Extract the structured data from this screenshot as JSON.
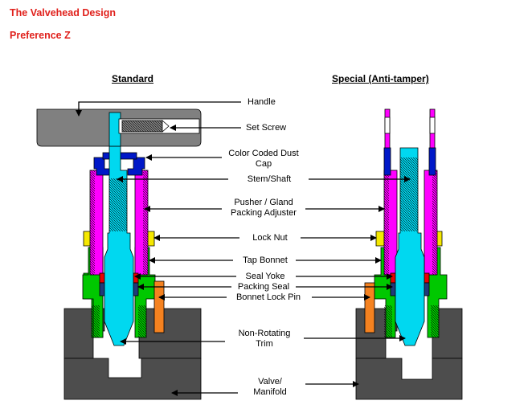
{
  "header": {
    "title": "The Valvehead Design",
    "subtitle": "Preference Z"
  },
  "columns": {
    "standard": "Standard",
    "special": "Special (Anti-tamper)"
  },
  "labels": {
    "handle": "Handle",
    "set_screw": "Set Screw",
    "dust_cap_1": "Color Coded Dust",
    "dust_cap_2": "Cap",
    "stem": "Stem/Shaft",
    "pusher_1": "Pusher / Gland",
    "pusher_2": "Packing Adjuster",
    "lock_nut": "Lock Nut",
    "tap_bonnet": "Tap Bonnet",
    "seal_yoke": "Seal Yoke",
    "packing_seal": "Packing Seal",
    "bonnet_lock_pin": "Bonnet Lock Pin",
    "trim_1": "Non-Rotating",
    "trim_2": "Trim",
    "valve_1": "Valve/",
    "valve_2": "Manifold"
  },
  "colors": {
    "title": "#e0201b",
    "stem": "#00d8f0",
    "pusher": "#ff00ff",
    "dust_cap": "#0018c8",
    "lock_nut": "#f5e800",
    "bonnet": "#00c800",
    "seal_yoke": "#e80000",
    "packing_seal": "#203a7a",
    "lock_pin": "#f58220",
    "body": "#4d4d4d",
    "handle": "#808080"
  }
}
